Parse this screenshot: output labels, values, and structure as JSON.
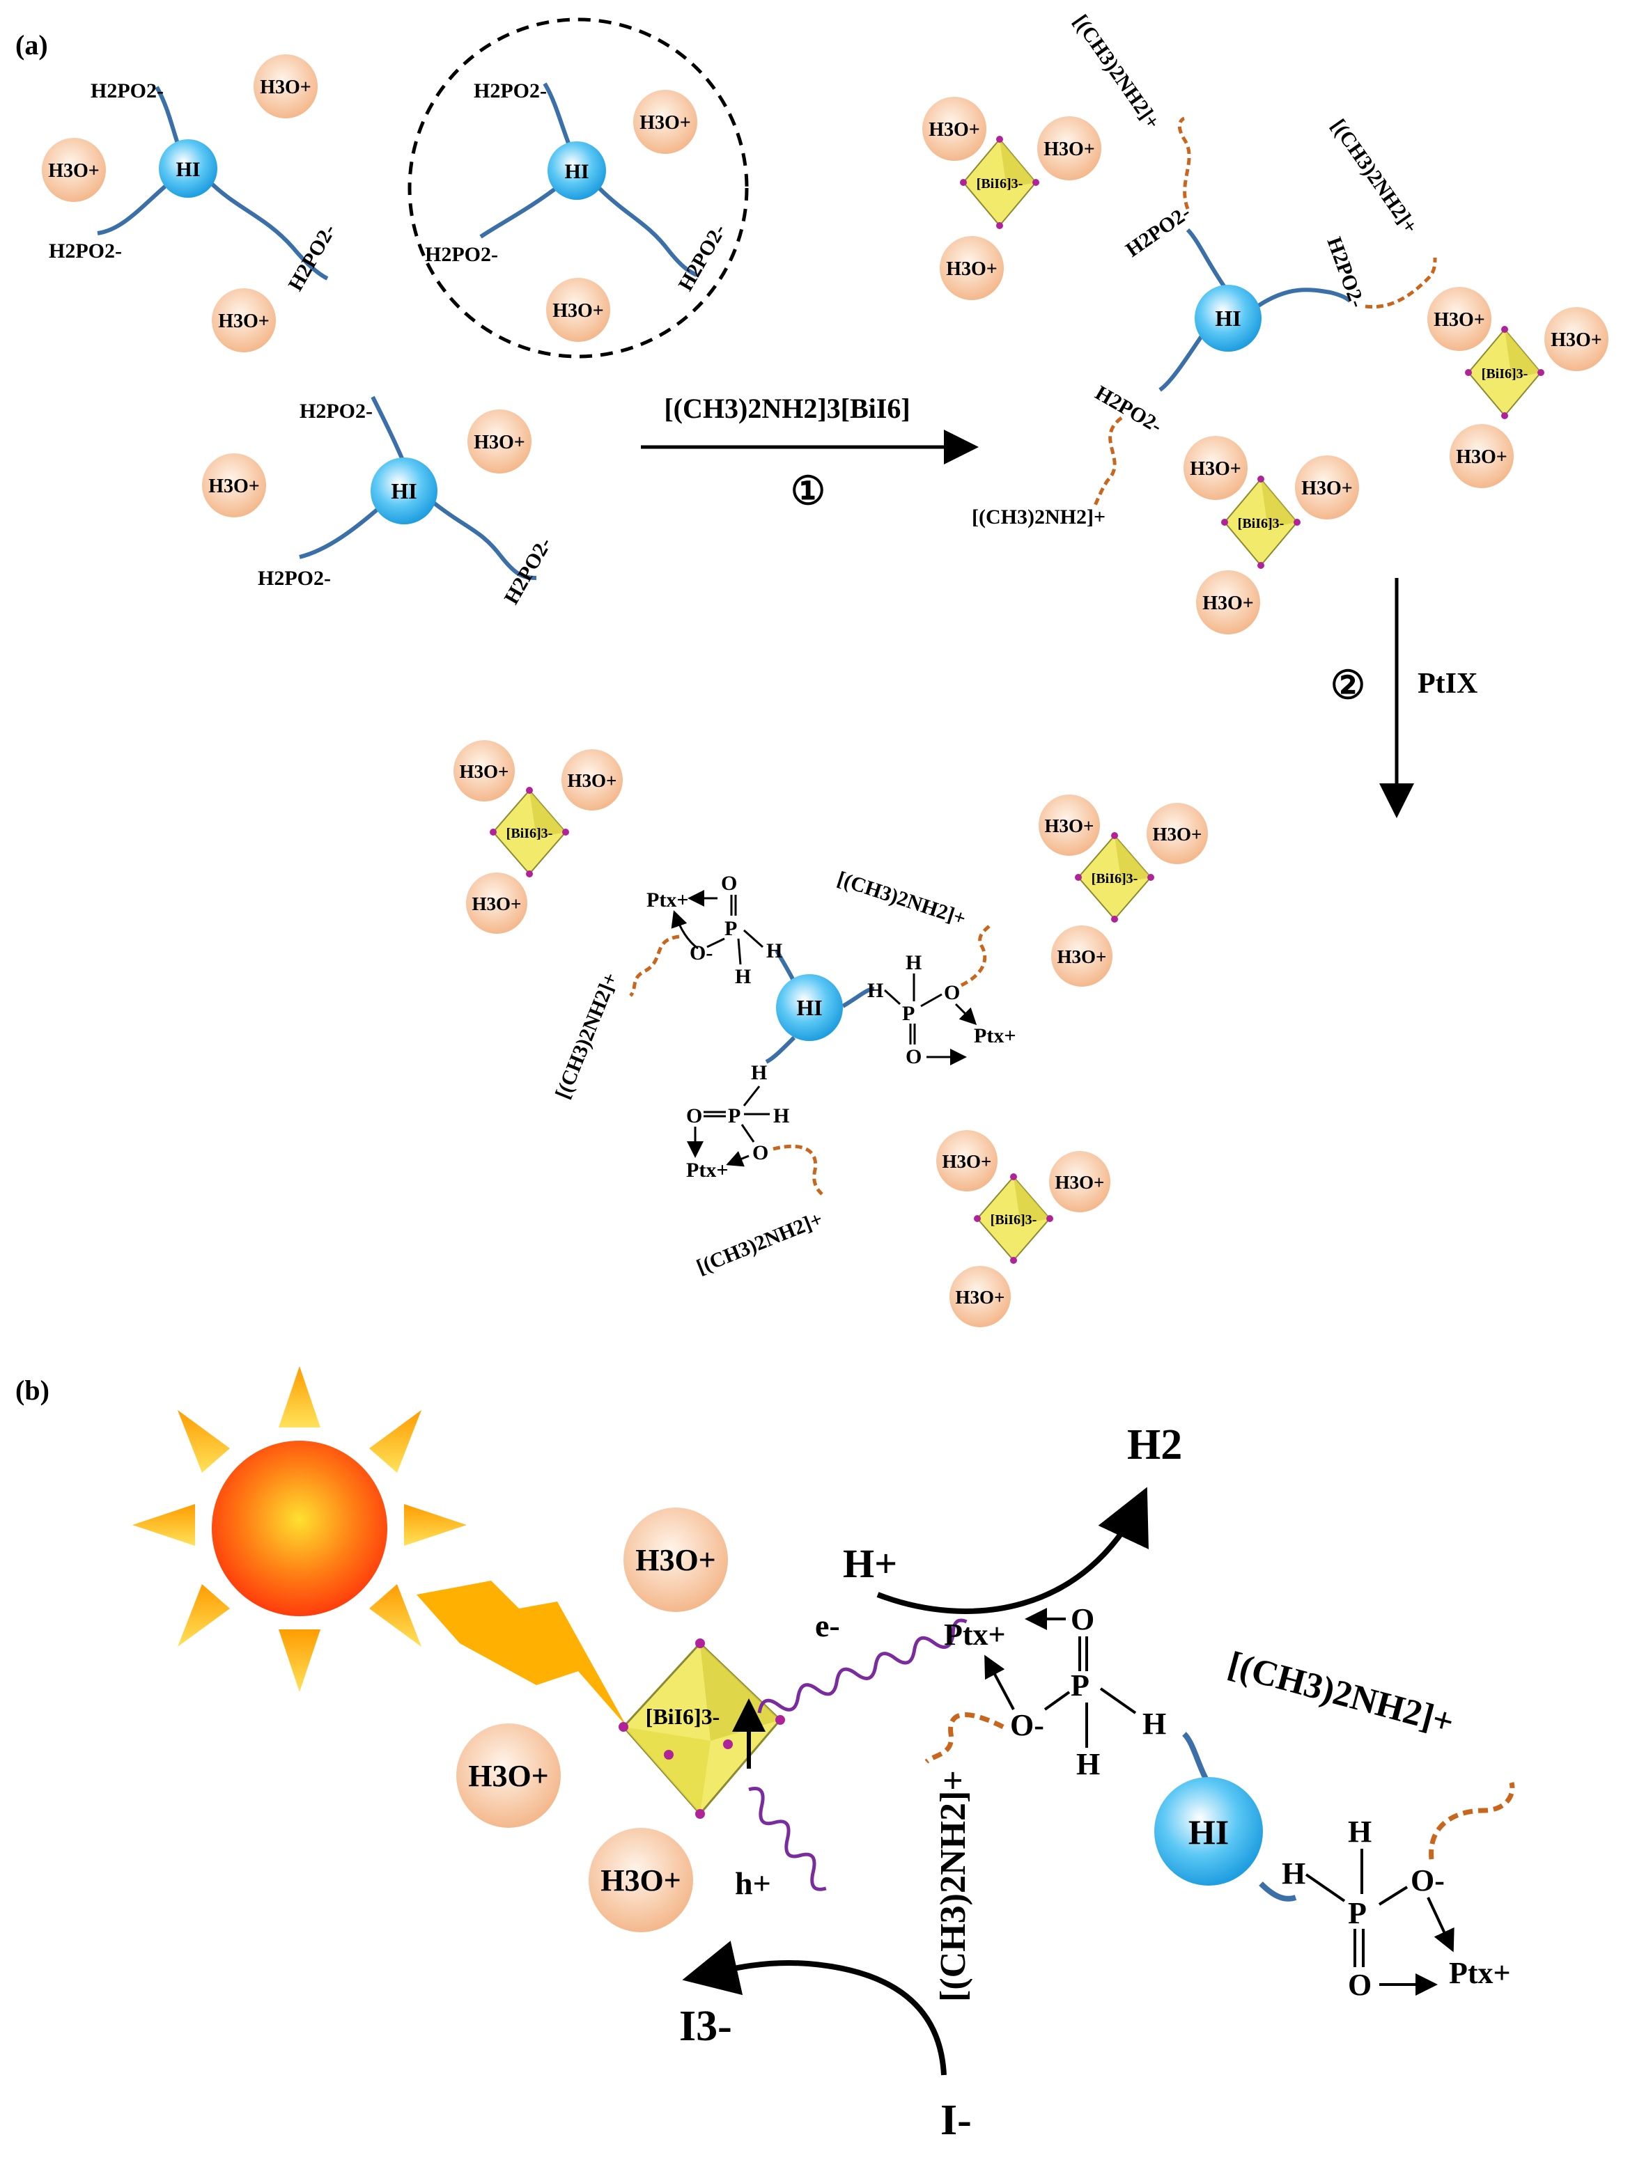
{
  "panels": {
    "a_label": "(a)",
    "b_label": "(b)"
  },
  "species": {
    "hydronium": "H3O+",
    "hi": "HI",
    "hypophosphite": "H2PO2-",
    "bismuth_iodide": "[BiI6]3-",
    "dma_cation": "[(CH3)2NH2]+",
    "pt": "Ptx+",
    "oxygen": "O",
    "oxygen_anion": "O-",
    "phosphorus": "P",
    "hydrogen": "H"
  },
  "steps": {
    "step1_reagent": "[(CH3)2NH2]3[BiI6]",
    "step1_number": "①",
    "step2_number": "②",
    "step2_reagent": "PtIX"
  },
  "photocatalysis": {
    "h2": "H2",
    "h_plus": "H+",
    "electron": "e-",
    "hole": "h+",
    "triiodide": "I3-",
    "iodide": "I-"
  },
  "colors": {
    "hydronium_fill": "#f7c9a6",
    "hi_sphere": "#38b4ec",
    "chain_blue": "#3a6fa8",
    "dma_chain": "#c8661e",
    "octahedron": "#f2ea6a",
    "vertex": "#b0229a",
    "wave": "#7a2c9e",
    "sun_core": "#ff4a10",
    "sun_rays": "#ffb400",
    "lightning": "#ffb000"
  }
}
